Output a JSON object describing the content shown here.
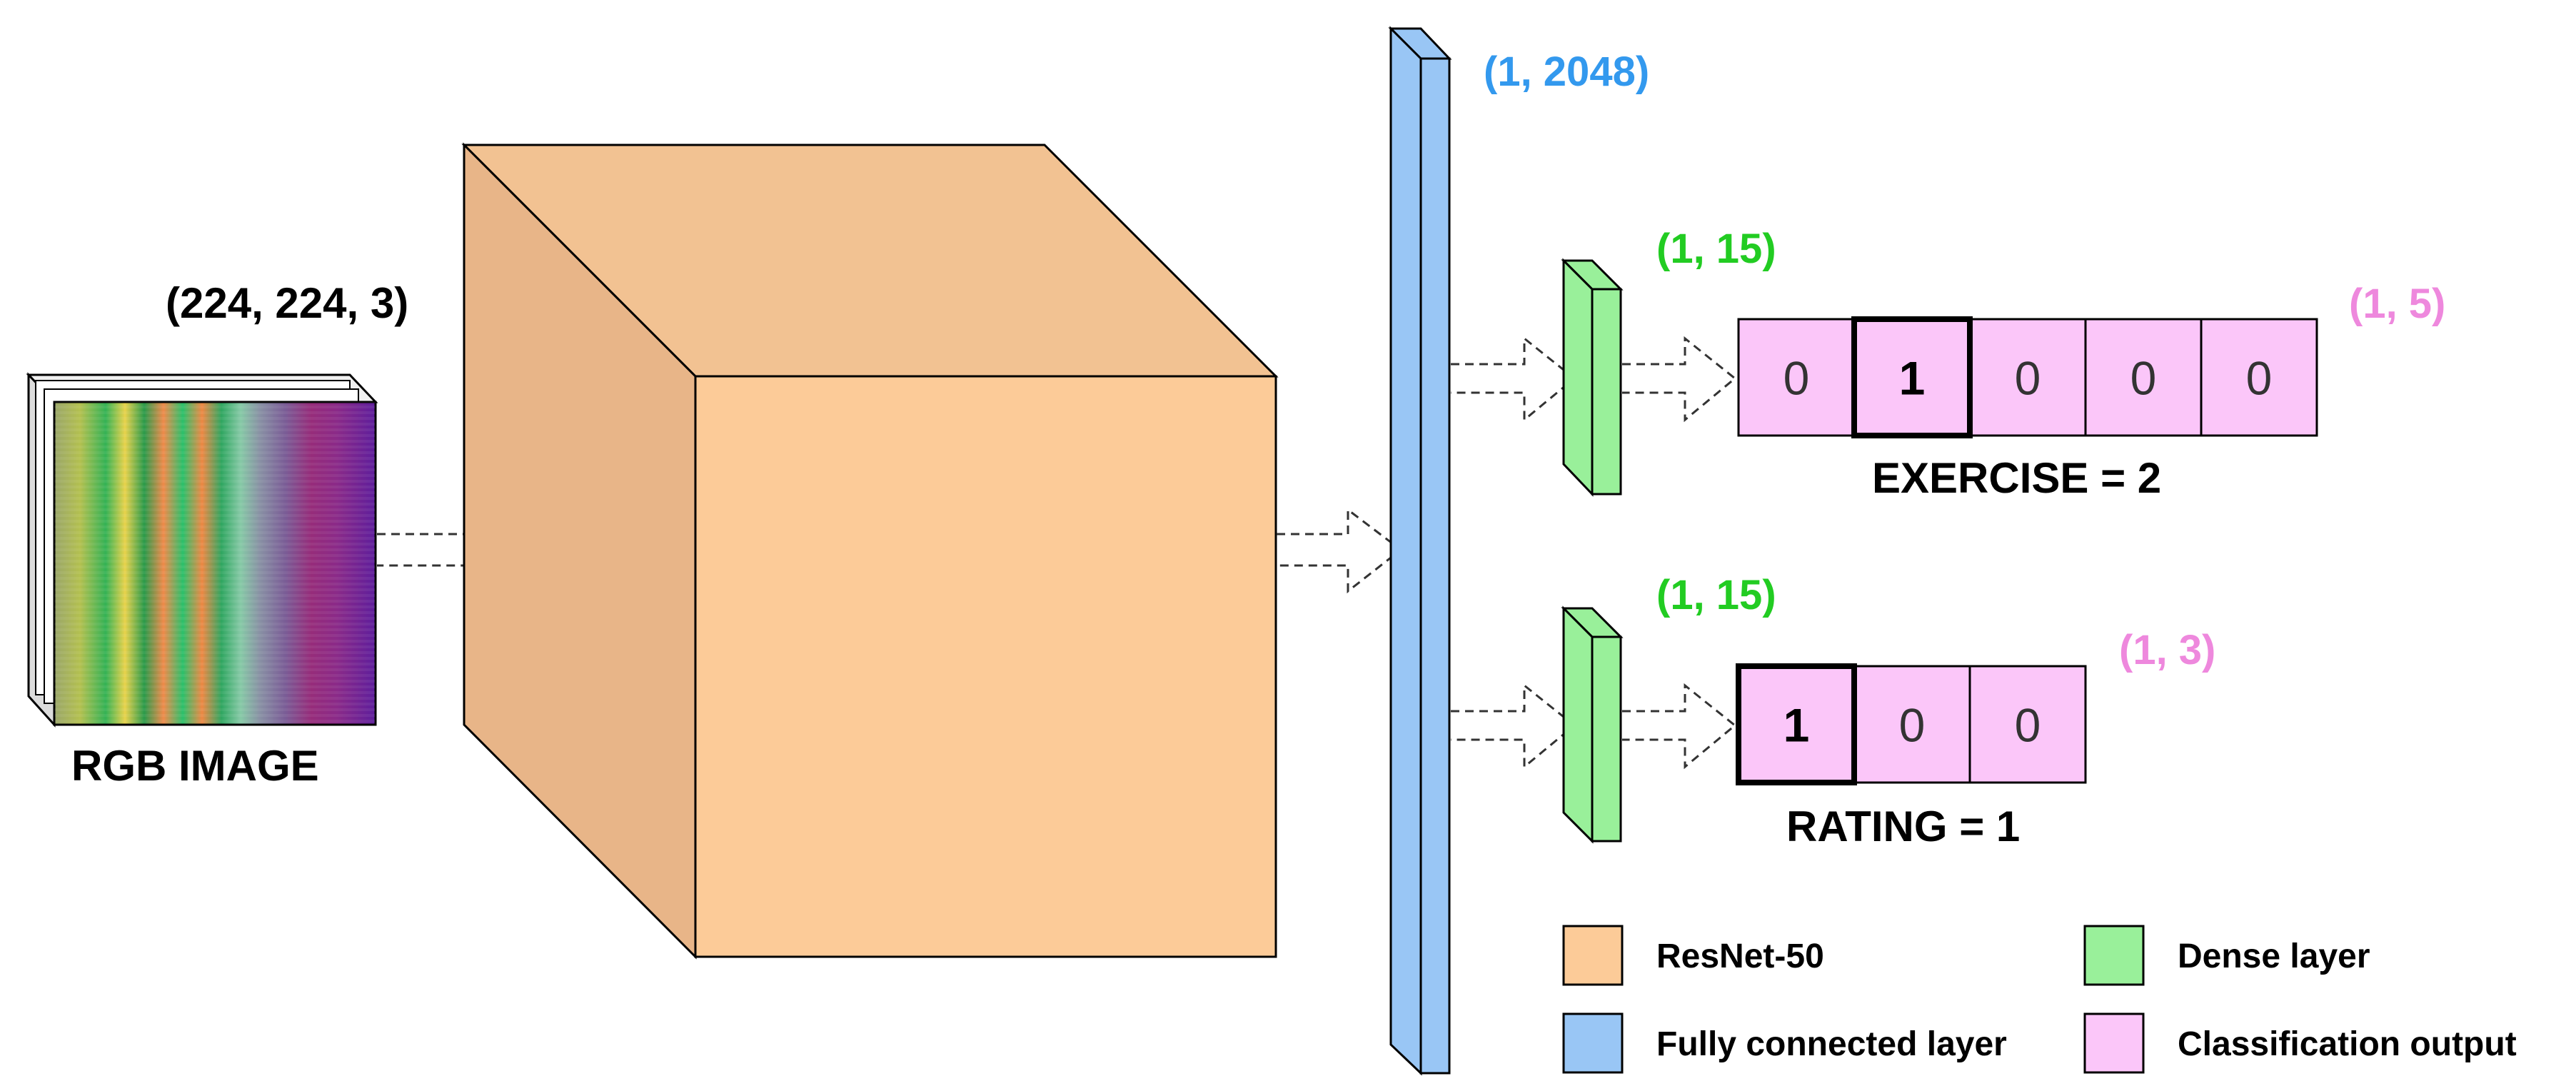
{
  "input": {
    "shape_label": "(224, 224, 3)",
    "caption": "RGB IMAGE"
  },
  "fc": {
    "shape_label": "(1, 2048)"
  },
  "dense_top": {
    "shape_label": "(1, 15)"
  },
  "dense_bottom": {
    "shape_label": "(1, 15)"
  },
  "exercise": {
    "shape_label": "(1, 5)",
    "cells": [
      "0",
      "1",
      "0",
      "0",
      "0"
    ],
    "active_index": 1,
    "caption": "EXERCISE = 2"
  },
  "rating": {
    "shape_label": "(1, 3)",
    "cells": [
      "1",
      "0",
      "0"
    ],
    "active_index": 0,
    "caption": "RATING = 1"
  },
  "legend": {
    "resnet": "ResNet-50",
    "fc": "Fully connected layer",
    "dense": "Dense layer",
    "cls": "Classification output"
  },
  "colors": {
    "resnet_front": "#fccb98",
    "resnet_top": "#f2c292",
    "resnet_side": "#e8b588",
    "fc": "#99c6f5",
    "dense": "#99f09a",
    "cls": "#fbc6f9",
    "fc_label": "#3399ee",
    "dense_label": "#22cc22",
    "cls_label": "#ee88dd"
  }
}
